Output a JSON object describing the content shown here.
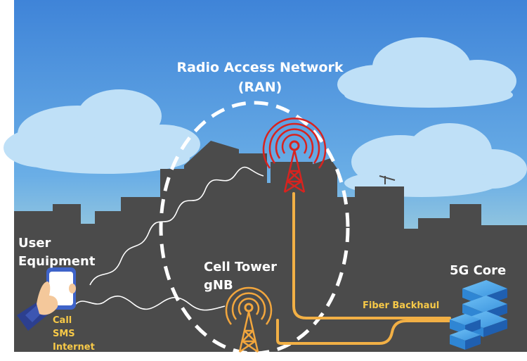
{
  "ran": {
    "title_line1": "Radio Access Network",
    "title_line2": "(RAN)"
  },
  "user_equipment": {
    "line1": "User",
    "line2": "Equipment"
  },
  "cell_tower": {
    "line1": "Cell Tower",
    "line2": "gNB"
  },
  "core": {
    "label": "5G Core"
  },
  "backhaul": {
    "label": "Fiber Backhaul"
  },
  "services": [
    "Call",
    "SMS",
    "Internet"
  ],
  "colors": {
    "sky_top": "#3f84d8",
    "sky_bottom": "#d8e6a8",
    "city": "#4b4b4b",
    "fiber": "#f2b045",
    "antenna": "#d8231f",
    "cell_tower": "#f2a63d",
    "server": "#2f86d4",
    "label_gold": "#f7c948"
  }
}
